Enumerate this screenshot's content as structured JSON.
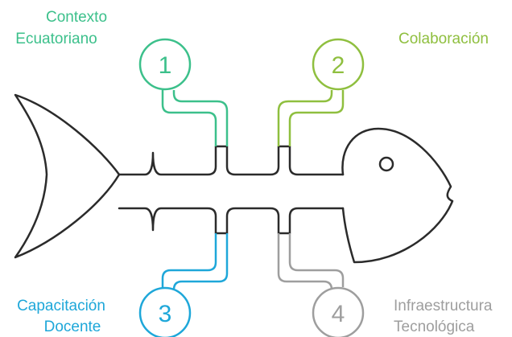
{
  "colors": {
    "outline": "#2b2b2b",
    "factor_1": "#3cc08b",
    "factor_2": "#8fbf3f",
    "factor_3": "#1ea7d9",
    "factor_4": "#9e9e9e"
  },
  "factors": [
    {
      "number": "1",
      "label_line1": "Contexto",
      "label_line2": "Ecuatoriano"
    },
    {
      "number": "2",
      "label_line1": "Colaboración",
      "label_line2": ""
    },
    {
      "number": "3",
      "label_line1": "Capacitación",
      "label_line2": "Docente"
    },
    {
      "number": "4",
      "label_line1": "Infraestructura",
      "label_line2": "Tecnológica"
    }
  ]
}
